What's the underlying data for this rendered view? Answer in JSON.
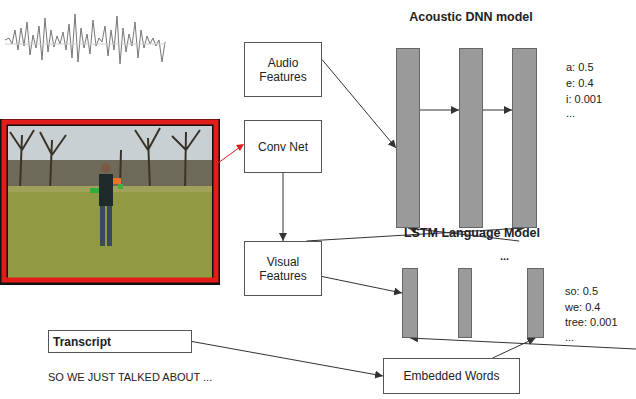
{
  "diagram": {
    "nodes": [
      {
        "text": [
          "Audio Features"
        ]
      },
      {
        "text": [
          "Conv Net"
        ]
      },
      {
        "text": [
          "Visual Features"
        ]
      },
      {
        "text": [
          "Acoustic DNN model"
        ]
      },
      {
        "text": [
          "LSTM Language Model"
        ]
      },
      {
        "text": [
          "Transcript"
        ]
      },
      {
        "text": [
          "Embedded Words"
        ]
      }
    ],
    "edges": [
      {
        "from": 0,
        "to": 3,
        "arrow": "to"
      },
      {
        "from": 1,
        "to": 2,
        "arrow": "to"
      },
      {
        "from": 2,
        "to": 3,
        "arrow": "to"
      },
      {
        "from": 2,
        "to": 4,
        "arrow": "to"
      },
      {
        "from": 5,
        "to": 6,
        "arrow": "to"
      },
      {
        "from": 6,
        "to": 4,
        "arrow": "to"
      }
    ],
    "labels": [
      "a: 0.5",
      "e: 0.4",
      "i: 0.001",
      "...",
      "...",
      "so: 0.5",
      "we: 0.4",
      "tree: 0.001",
      "...",
      "SO WE JUST TALKED ABOUT ..."
    ]
  }
}
